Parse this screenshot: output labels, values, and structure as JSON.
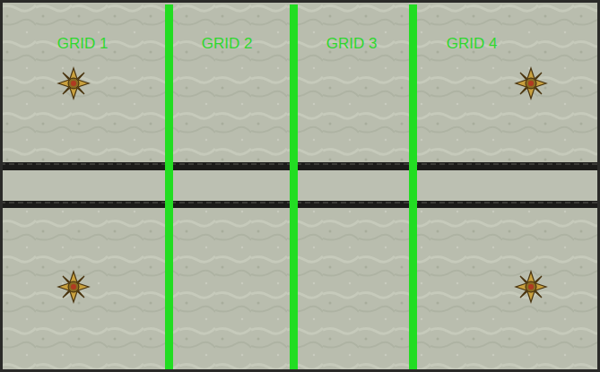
{
  "diagram": {
    "labels": [
      "GRID 1",
      "GRID 2",
      "GRID 3",
      "GRID 4"
    ]
  }
}
